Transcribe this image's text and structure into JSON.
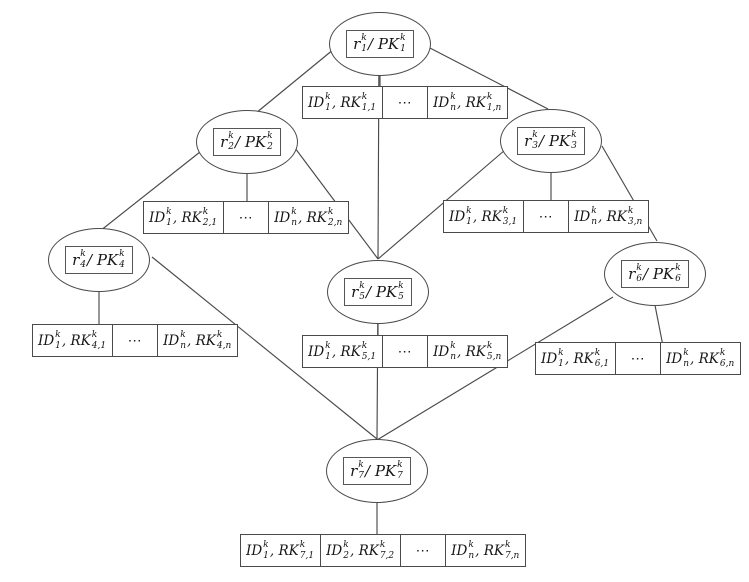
{
  "diagram": {
    "title": "key-tree-diagram",
    "colors": {
      "background": "#ffffff",
      "line": "#4a4a4a",
      "text": "#161616",
      "box_border": "#565656"
    },
    "dots_symbol": "⋯",
    "nodes": [
      {
        "id": "node-1",
        "label": "r_1^k / PK_1^k"
      },
      {
        "id": "node-2",
        "label": "r_2^k / PK_2^k"
      },
      {
        "id": "node-3",
        "label": "r_3^k / PK_3^k"
      },
      {
        "id": "node-4",
        "label": "r_4^k / PK_4^k"
      },
      {
        "id": "node-5",
        "label": "r_5^k / PK_5^k"
      },
      {
        "id": "node-6",
        "label": "r_6^k / PK_6^k"
      },
      {
        "id": "node-7",
        "label": "r_7^k / PK_7^k"
      }
    ],
    "tables": [
      {
        "id": "table-1",
        "node": "node-1",
        "cells": [
          "ID_1^k, RK_{1,1}^k",
          "⋯",
          "ID_n^k, RK_{1,n}^k"
        ]
      },
      {
        "id": "table-2",
        "node": "node-2",
        "cells": [
          "ID_1^k, RK_{2,1}^k",
          "⋯",
          "ID_n^k, RK_{2,n}^k"
        ]
      },
      {
        "id": "table-3",
        "node": "node-3",
        "cells": [
          "ID_1^k, RK_{3,1}^k",
          "⋯",
          "ID_n^k, RK_{3,n}^k"
        ]
      },
      {
        "id": "table-4",
        "node": "node-4",
        "cells": [
          "ID_1^k, RK_{4,1}^k",
          "⋯",
          "ID_n^k, RK_{4,n}^k"
        ]
      },
      {
        "id": "table-5",
        "node": "node-5",
        "cells": [
          "ID_1^k, RK_{5,1}^k",
          "⋯",
          "ID_n^k, RK_{5,n}^k"
        ]
      },
      {
        "id": "table-6",
        "node": "node-6",
        "cells": [
          "ID_1^k, RK_{6,1}^k",
          "⋯",
          "ID_n^k, RK_{6,n}^k"
        ]
      },
      {
        "id": "table-7",
        "node": "node-7",
        "cells": [
          "ID_1^k, RK_{7,1}^k",
          "ID_2^k, RK_{7,2}^k",
          "⋯",
          "ID_n^k, RK_{7,n}^k"
        ]
      }
    ],
    "edges": [
      {
        "from": "node-1",
        "to": "node-2"
      },
      {
        "from": "node-1",
        "to": "node-3"
      },
      {
        "from": "node-1",
        "to": "node-5"
      },
      {
        "from": "node-2",
        "to": "node-4"
      },
      {
        "from": "node-2",
        "to": "node-5"
      },
      {
        "from": "node-3",
        "to": "node-5"
      },
      {
        "from": "node-3",
        "to": "node-6"
      },
      {
        "from": "node-4",
        "to": "node-7"
      },
      {
        "from": "node-5",
        "to": "node-7"
      },
      {
        "from": "node-6",
        "to": "node-7"
      }
    ]
  }
}
